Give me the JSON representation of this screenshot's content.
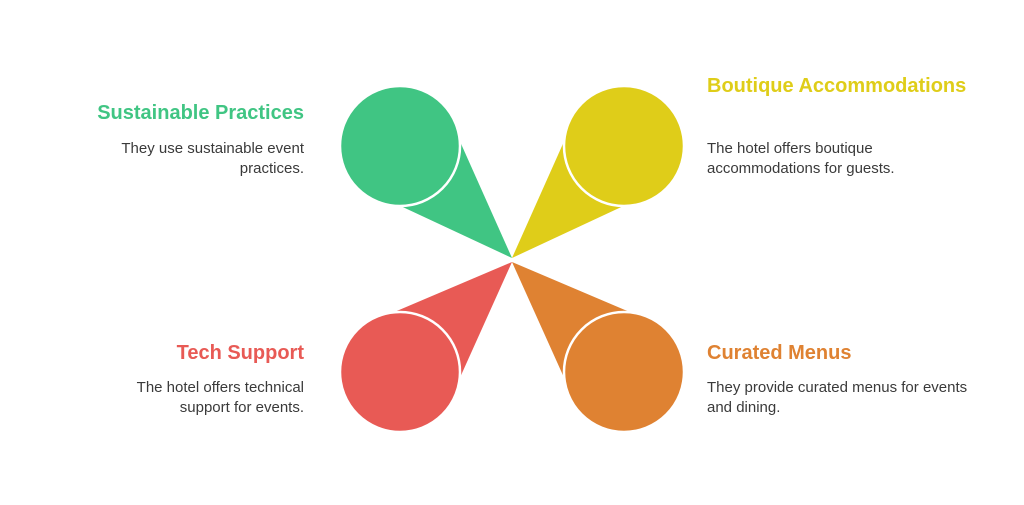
{
  "colors": {
    "green": "#40c583",
    "yellow": "#dfcd19",
    "red": "#e85a55",
    "orange": "#df8232",
    "text": "#3a3a3a"
  },
  "items": [
    {
      "title": "Sustainable Practices",
      "description": "They use sustainable event practices.",
      "color": "#40c583"
    },
    {
      "title": "Boutique Accommodations",
      "description": "The hotel offers boutique accommodations for guests.",
      "color": "#dfcd19"
    },
    {
      "title": "Tech Support",
      "description": "The hotel offers technical support for events.",
      "color": "#e85a55"
    },
    {
      "title": "Curated Menus",
      "description": "They provide curated menus for events and dining.",
      "color": "#df8232"
    }
  ]
}
